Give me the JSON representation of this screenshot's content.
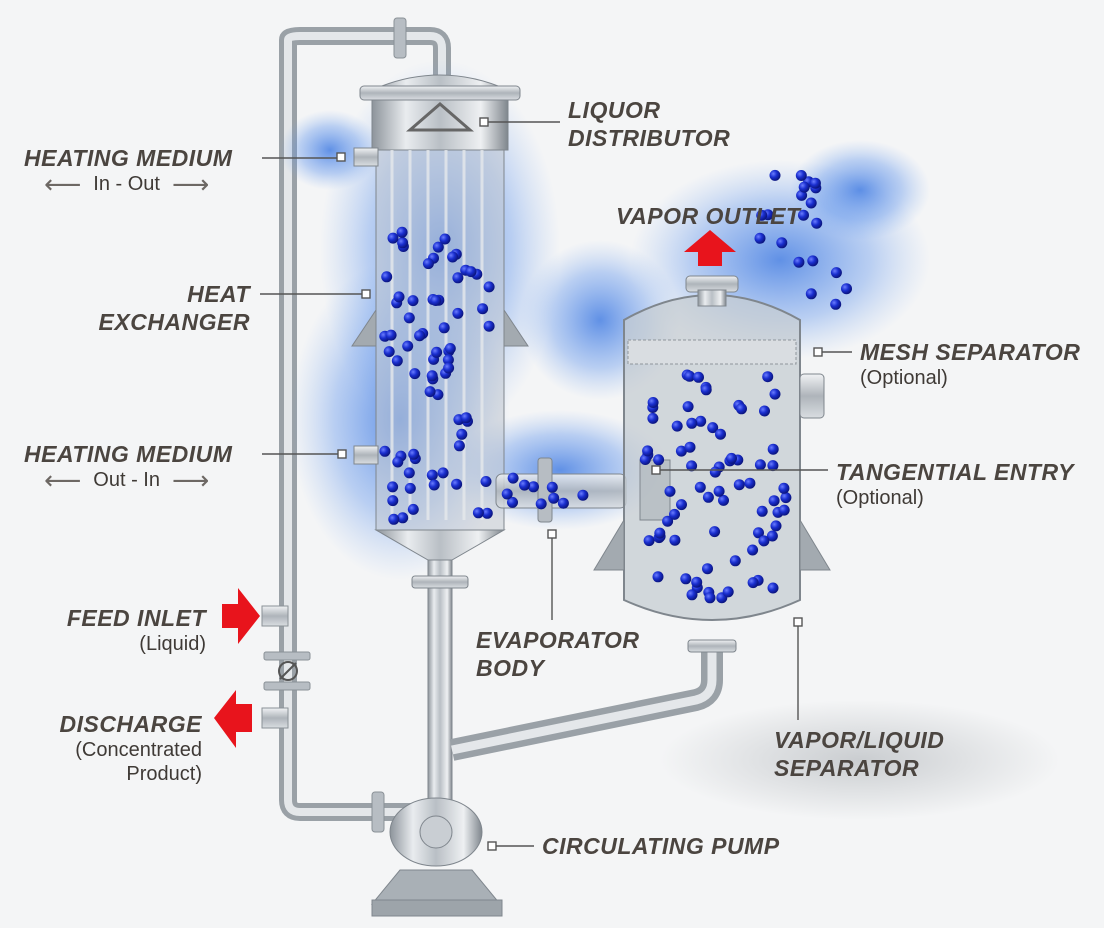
{
  "labels": {
    "liquor_distributor": [
      "LIQUOR",
      "DISTRIBUTOR"
    ],
    "heating_medium_top": {
      "title": "HEATING MEDIUM",
      "sub": "In - Out"
    },
    "vapor_outlet": "VAPOR OUTLET",
    "heat_exchanger": [
      "HEAT",
      "EXCHANGER"
    ],
    "mesh_separator": {
      "title": "MESH SEPARATOR",
      "sub": "(Optional)"
    },
    "heating_medium_bottom": {
      "title": "HEATING MEDIUM",
      "sub": "Out - In"
    },
    "tangential_entry": {
      "title": "TANGENTIAL ENTRY",
      "sub": "(Optional)"
    },
    "feed_inlet": {
      "title": "FEED INLET",
      "sub": "(Liquid)"
    },
    "evaporator_body": [
      "EVAPORATOR",
      "BODY"
    ],
    "discharge": {
      "title": "DISCHARGE",
      "sub1": "(Concentrated",
      "sub2": "Product)"
    },
    "vapor_liquid_separator": [
      "VAPOR/LIQUID",
      "SEPARATOR"
    ],
    "circulating_pump": "CIRCULATING PUMP"
  },
  "icons": {
    "left_arrow": "arrow-left-icon",
    "right_arrow": "arrow-right-icon",
    "flow_arrow": "red-arrow-icon"
  },
  "colors": {
    "label_text": "#4b4540",
    "flow_arrow": "#e8141c",
    "vapor": "#2f6fe0",
    "bubbles": "#1a2fd0",
    "steel": "#c9cdd2"
  }
}
